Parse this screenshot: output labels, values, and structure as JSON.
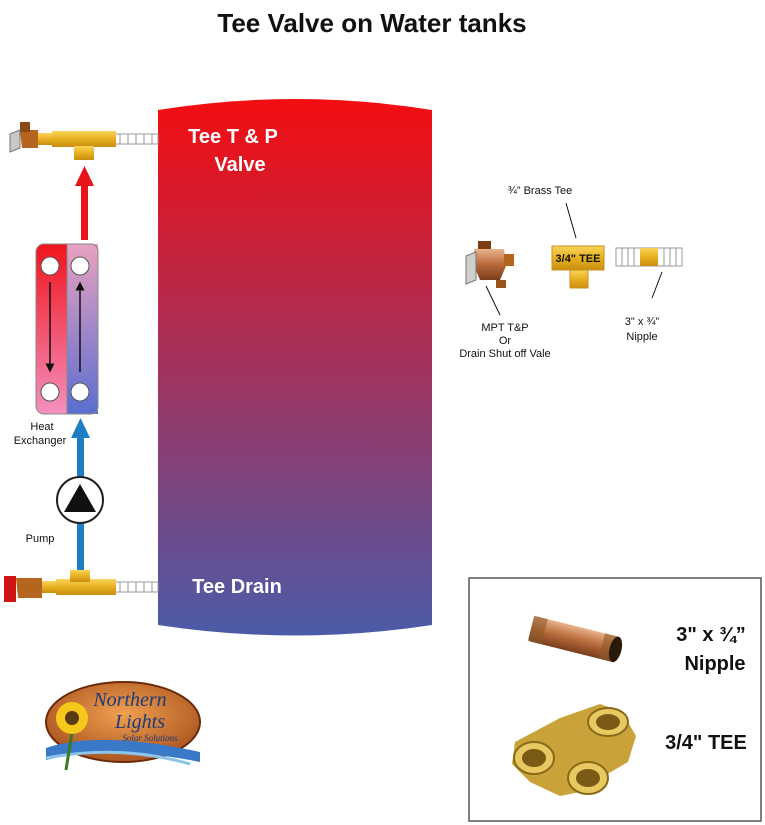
{
  "title": "Tee Valve on Water tanks",
  "tank": {
    "top_label_line1": "Tee T & P",
    "top_label_line2": "Valve",
    "bottom_label": "Tee Drain",
    "color_top": "#f40d10",
    "color_bottom": "#4b5ba8"
  },
  "heat_exchanger": {
    "label_line1": "Heat",
    "label_line2": "Exchanger"
  },
  "pump": {
    "label": "Pump"
  },
  "parts": {
    "brass_tee_label": "¾” Brass Tee",
    "tee_box_label": "3/4\" TEE",
    "valve_label_line1": "MPT T&P",
    "valve_label_line2": "Or",
    "valve_label_line3": "Drain Shut off Vale",
    "nipple_label_line1": "3\" x ¾”",
    "nipple_label_line2": "Nipple"
  },
  "inset": {
    "nipple_line1": "3\" x ¾”",
    "nipple_line2": "Nipple",
    "tee_label": "3/4\" TEE"
  },
  "logo": {
    "line1": "Northern",
    "line2": "Lights",
    "tagline": "Solar Solutions"
  },
  "colors": {
    "hot_pipe": "#e8141b",
    "cold_pipe": "#1f7ec3",
    "brass": "#f2bf2a",
    "valve_bronze": "#b5651d"
  }
}
